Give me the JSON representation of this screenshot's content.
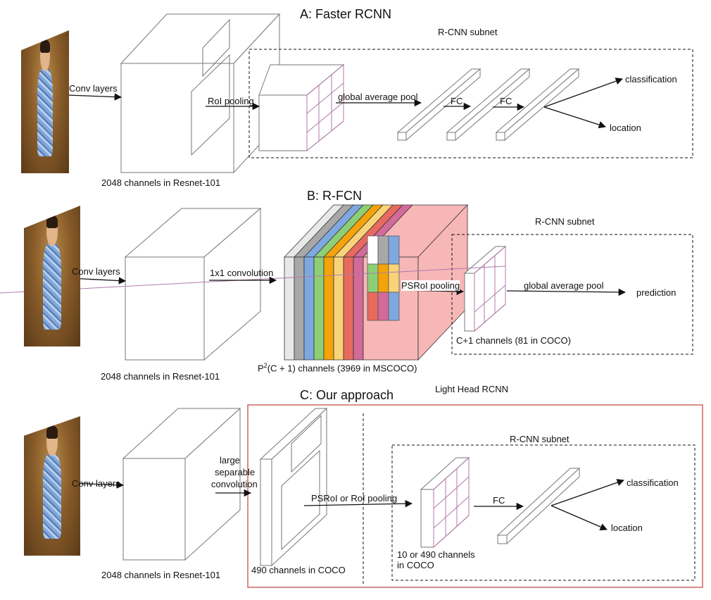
{
  "panels": {
    "a": {
      "title": "A: Faster RCNN",
      "subnet_label": "R-CNN subnet",
      "conv_label": "Conv layers",
      "roi_label": "RoI pooling",
      "gap_label": "global average pool",
      "fc1_label": "FC",
      "fc2_label": "FC",
      "out1_label": "classification",
      "out2_label": "location",
      "channels_label": "2048 channels in Resnet-101"
    },
    "b": {
      "title": "B: R-FCN",
      "subnet_label": "R-CNN subnet",
      "conv_label": "Conv layers",
      "conv1x1_label": "1x1 convolution",
      "psroi_label": "PSRoI pooling",
      "gap_label": "global average pool",
      "out_label": "prediction",
      "channels_label": "2048 channels in Resnet-101",
      "score_channels_prefix": "P",
      "score_channels_exp": "2",
      "score_channels_suffix": "(C + 1)  channels (3969 in MSCOCO)",
      "subnet_channels_label": "C+1 channels (81 in COCO)",
      "stack_colors": [
        "#e8e8e8",
        "#a8a8a8",
        "#7fa8e0",
        "#8ecf76",
        "#f4a30a",
        "#f8d37a",
        "#e86a5e",
        "#d26a9a",
        "#f7b7b7"
      ]
    },
    "c": {
      "title": "C: Our approach",
      "light_head_label": "Light Head RCNN",
      "subnet_label": "R-CNN subnet",
      "conv_label": "Conv layers",
      "lsc_line1": "large",
      "lsc_line2": "separable",
      "lsc_line3": "convolution",
      "pool_label": "PSRoI or RoI pooling",
      "fc_label": "FC",
      "out1_label": "classification",
      "out2_label": "location",
      "channels_label": "2048 channels in Resnet-101",
      "thin_channels_label": "490 channels in COCO",
      "roi_channels_line1": "10  or 490 channels",
      "roi_channels_line2": "in COCO",
      "accent_color": "#c0504d"
    }
  }
}
